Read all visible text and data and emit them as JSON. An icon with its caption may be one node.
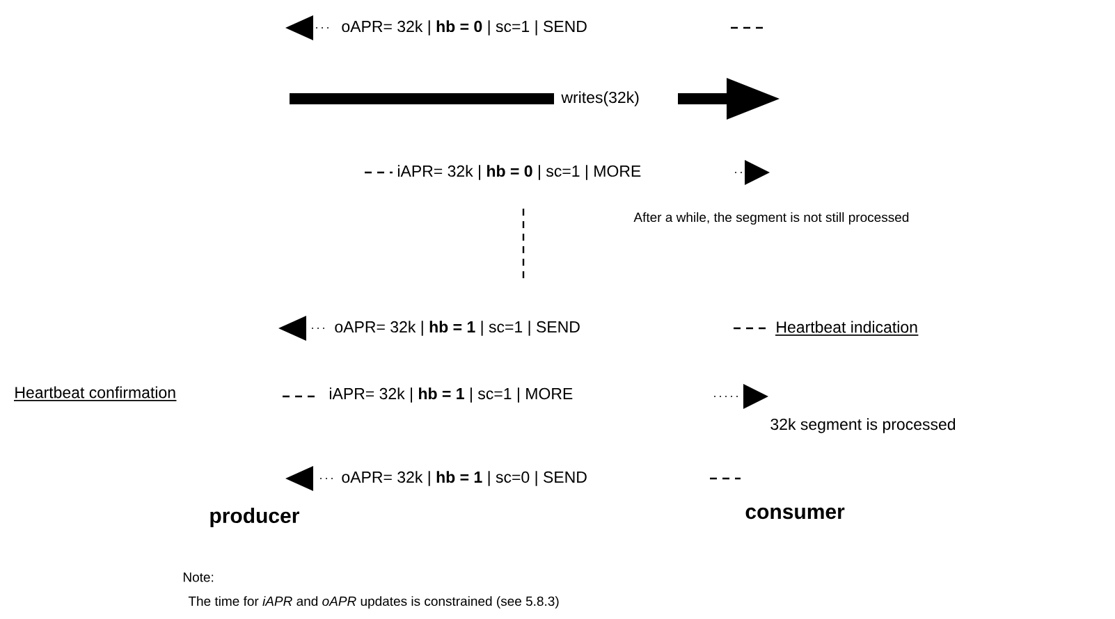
{
  "diagram": {
    "labels": [
      "oAPR= 32k | **hb = 0** | sc=1 | SEND",
      "writes(32k)",
      "iAPR= 32k | **hb = 0** | sc=1 | MORE",
      "After a while, the segment is not still processed",
      "oAPR= 32k | **hb = 1** | sc=1 | SEND",
      "Heartbeat indication",
      "Heartbeat confirmation",
      "iAPR= 32k | **hb = 1** | sc=1 | MORE",
      "32k segment is processed",
      "oAPR= 32k | **hb = 1** | sc=0 | SEND",
      "producer",
      "consumer",
      "Note:",
      "The time for *iAPR* and *oAPR* updates is constrained (see 5.8.3)"
    ]
  }
}
